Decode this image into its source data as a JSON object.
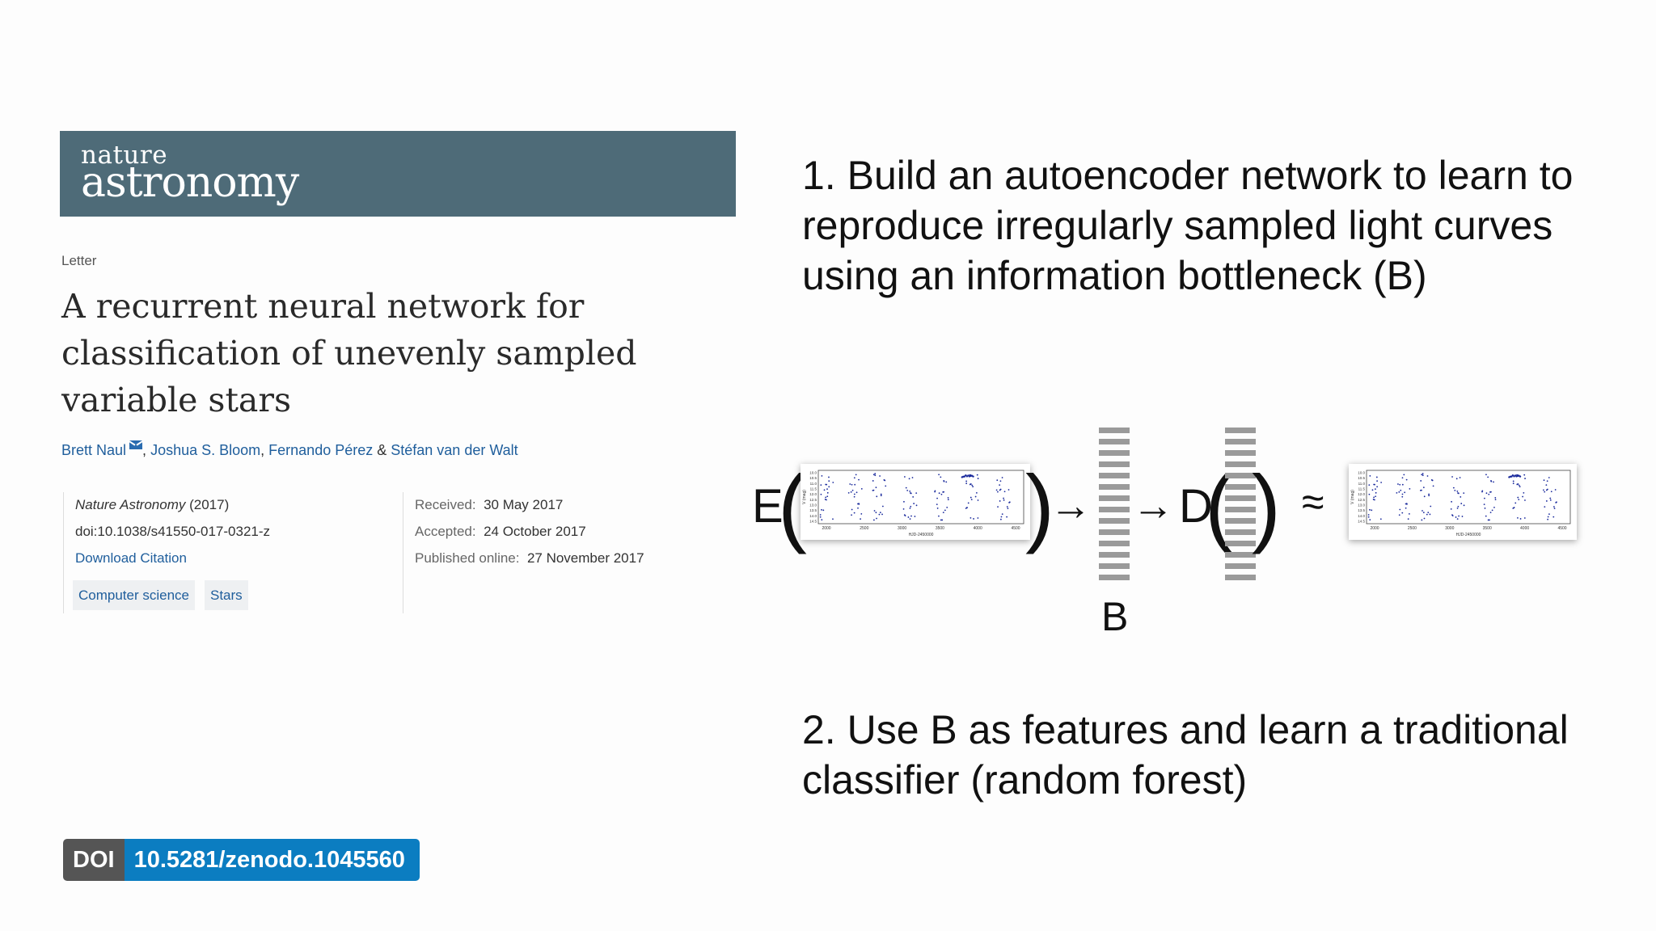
{
  "paper": {
    "journal_top": "nature",
    "journal_main": "astronomy",
    "article_type": "Letter",
    "title": "A recurrent neural network for classification of unevenly sampled variable stars",
    "authors": [
      {
        "name": "Brett Naul",
        "sep": ", "
      },
      {
        "name": "Joshua S. Bloom",
        "sep": ", "
      },
      {
        "name": "Fernando Pérez",
        "sep": " & "
      },
      {
        "name": "Stéfan van der Walt",
        "sep": ""
      }
    ],
    "journal_ref_italic": "Nature Astronomy",
    "journal_ref_year": "(2017)",
    "doi": "doi:10.1038/s41550-017-0321-z",
    "download_citation": "Download Citation",
    "tags": [
      "Computer science",
      "Stars"
    ],
    "received_label": "Received:",
    "received_date": "30 May 2017",
    "accepted_label": "Accepted:",
    "accepted_date": "24 October 2017",
    "published_label": "Published online:",
    "published_date": "27 November 2017"
  },
  "doi_badge": {
    "key": "DOI",
    "value": "10.5281/zenodo.1045560"
  },
  "steps": {
    "step1": "1. Build an autoencoder network to learn to reproduce irregularly sampled light curves using an information bottleneck (B)",
    "step2": "2. Use B as features and learn a traditional classifier (random forest)"
  },
  "diagram": {
    "encoder_symbol": "E",
    "decoder_symbol": "D",
    "bottleneck_label": "B",
    "arrow": "→",
    "approx": "≈",
    "open_paren": "(",
    "close_paren": ")",
    "bottleneck_bars": 14,
    "decoder_bars": 14,
    "plot": {
      "xtick_labels": [
        "2000",
        "2500",
        "3000",
        "3500",
        "4000",
        "4500"
      ],
      "ytick_labels": [
        "10.0",
        "10.5",
        "11.0",
        "11.5",
        "12.0",
        "12.5",
        "13.0",
        "13.5",
        "14.0",
        "14.5"
      ],
      "xlabel": "HJD-2450000",
      "ylabel": "V (mag)",
      "point_color": "#1a2a9c"
    }
  }
}
